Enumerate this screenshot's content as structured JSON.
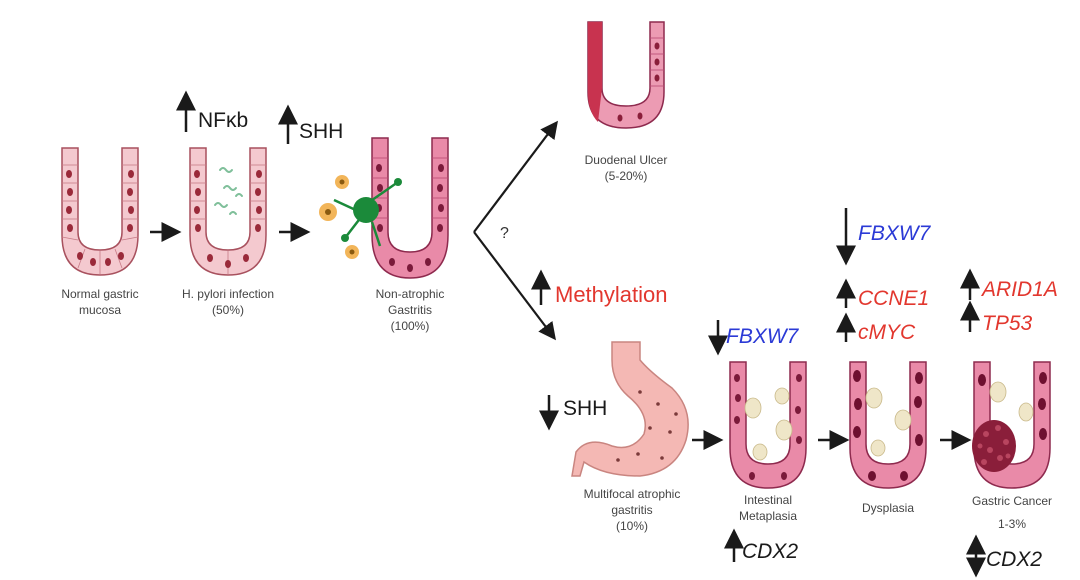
{
  "colors": {
    "mucosa_fill": "#f4c9cf",
    "mucosa_cell": "#f7d6da",
    "mucosa_stroke": "#a8515e",
    "nucleus": "#9a2a3a",
    "inflamed_fill": "#e98aa8",
    "inflamed_stroke": "#8e2a4e",
    "ulcer_fill": "#ec9bb3",
    "ulcer_dark": "#c8334f",
    "goblet": "#efe6c8",
    "bacteria": "#7fbf9a",
    "immune_cell": "#1b8a3a",
    "orange_cell": "#f0a83c",
    "tumor": "#8a1e3a",
    "arrow": "#1a1a1a",
    "stomach": "#f4b8b4",
    "gene_blue": "#2b3ad6",
    "gene_red": "#e2372e"
  },
  "stages": {
    "normal": {
      "line1": "Normal gastric",
      "line2": "mucosa"
    },
    "hpylori": {
      "line1": "H. pylori infection",
      "line2": "(50%)"
    },
    "nonatrophic": {
      "line1": "Non-atrophic",
      "line2": "Gastritis",
      "line3": "(100%)"
    },
    "ulcer": {
      "line1": "Duodenal Ulcer",
      "line2": "(5-20%)"
    },
    "multifocal": {
      "line1": "Multifocal atrophic",
      "line2": "gastritis",
      "line3": "(10%)"
    },
    "metaplasia": {
      "line1": "Intestinal",
      "line2": "Metaplasia"
    },
    "dysplasia": {
      "line1": "Dysplasia"
    },
    "cancer": {
      "line1": "Gastric Cancer",
      "line2": "1-3%"
    }
  },
  "markers": {
    "nfkb": "NFκb",
    "shh_up": "SHH",
    "question": "?",
    "methylation": "Methylation",
    "shh_down": "SHH",
    "fbxw7_metaplasia": "FBXW7",
    "fbxw7_dysplasia": "FBXW7",
    "ccne1": "CCNE1",
    "cmyc": "cMYC",
    "arid1a": "ARID1A",
    "tp53": "TP53",
    "cdx2_metaplasia": "CDX2",
    "cdx2_cancer": "CDX2"
  }
}
